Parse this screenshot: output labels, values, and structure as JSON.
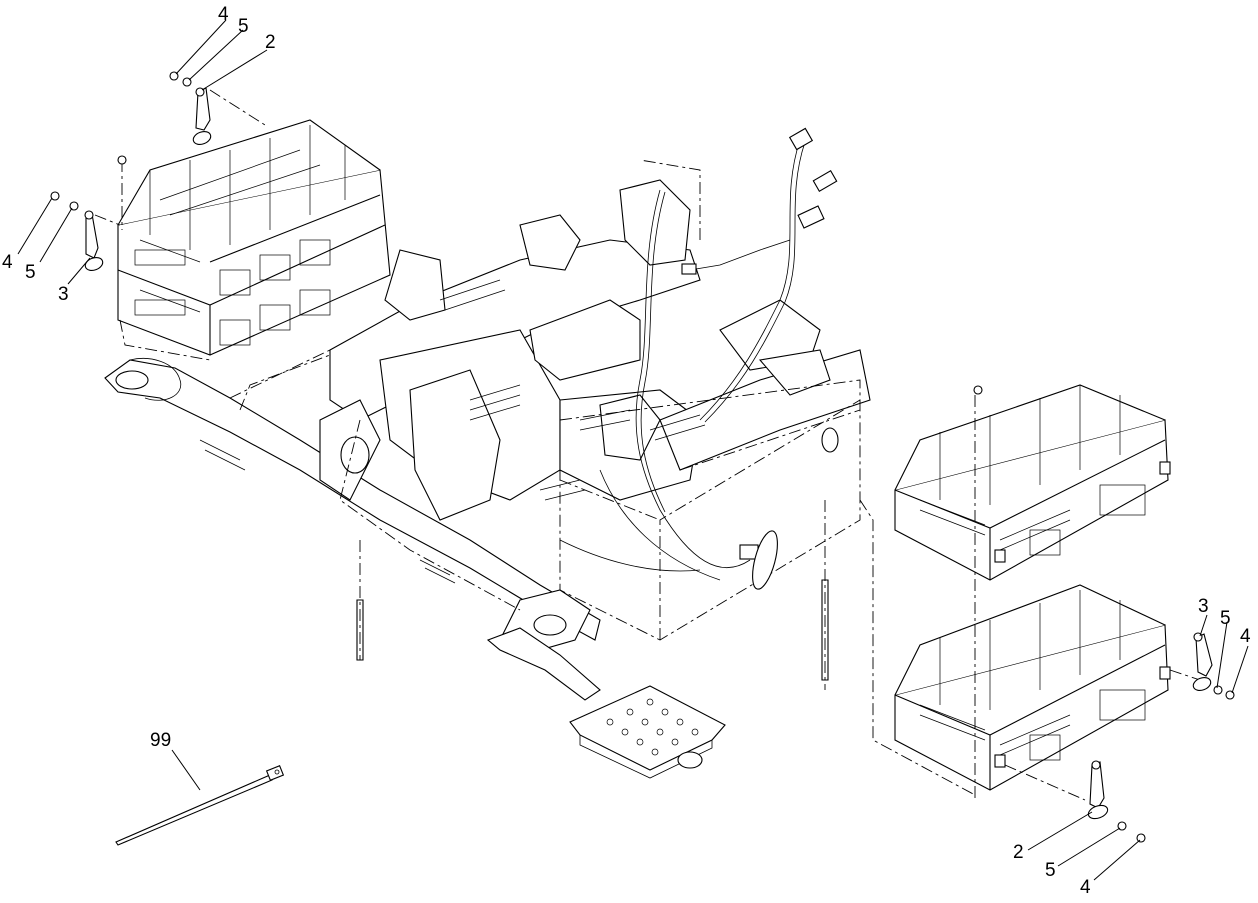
{
  "diagram": {
    "callouts": {
      "tl_4": "4",
      "tl_5": "5",
      "tl_2": "2",
      "ml_4": "4",
      "ml_5": "5",
      "ml_3": "3",
      "r_3": "3",
      "r_5": "5",
      "r_4": "4",
      "br_2": "2",
      "br_5": "5",
      "br_4": "4",
      "tie": "99"
    },
    "icons": [
      "battery-pack",
      "battery-cable",
      "washer",
      "nut",
      "frame",
      "cable-tie",
      "step-plate"
    ]
  }
}
